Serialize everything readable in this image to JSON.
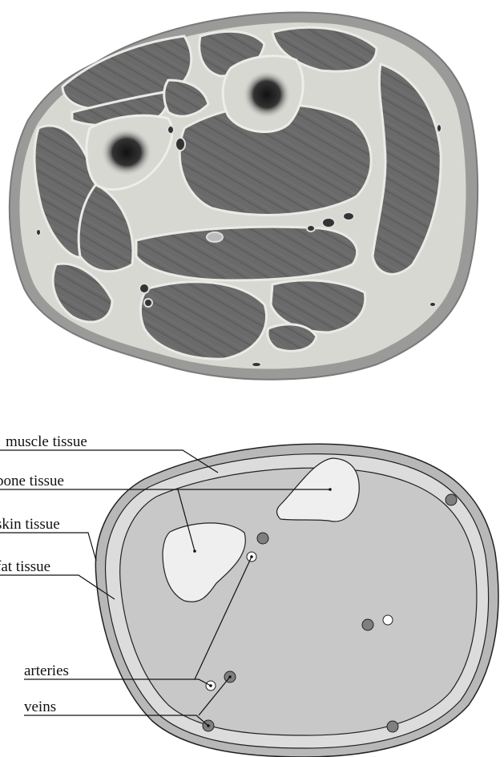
{
  "labels": {
    "muscle": "muscle tissue",
    "bone": "bone tissue",
    "skin": "skin tissue",
    "fat": "fat tissue",
    "arteries": "arteries",
    "veins": "veins"
  },
  "colors": {
    "skin": "#b8b8b8",
    "fat": "#dcdcdc",
    "muscle": "#c8c8c8",
    "bone": "#efefef",
    "vein": "#7f7f7f",
    "artery": "#ffffff",
    "photo_muscle": "#6b6b6b",
    "photo_fat": "#d9d9d4"
  }
}
